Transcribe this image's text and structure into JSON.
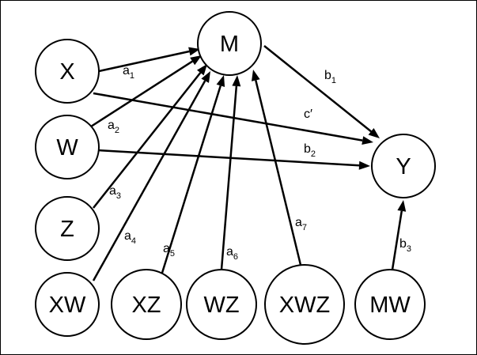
{
  "nodes": [
    {
      "id": "X",
      "label": "X"
    },
    {
      "id": "W",
      "label": "W"
    },
    {
      "id": "Z",
      "label": "Z"
    },
    {
      "id": "M",
      "label": "M"
    },
    {
      "id": "Y",
      "label": "Y"
    },
    {
      "id": "XW",
      "label": "XW"
    },
    {
      "id": "XZ",
      "label": "XZ"
    },
    {
      "id": "WZ",
      "label": "WZ"
    },
    {
      "id": "XWZ",
      "label": "XWZ"
    },
    {
      "id": "MW",
      "label": "MW"
    }
  ],
  "edges": [
    {
      "from": "X",
      "to": "M",
      "label": "a",
      "sub": "1"
    },
    {
      "from": "W",
      "to": "M",
      "label": "a",
      "sub": "2"
    },
    {
      "from": "Z",
      "to": "M",
      "label": "a",
      "sub": "3"
    },
    {
      "from": "XW",
      "to": "M",
      "label": "a",
      "sub": "4"
    },
    {
      "from": "XZ",
      "to": "M",
      "label": "a",
      "sub": "5"
    },
    {
      "from": "WZ",
      "to": "M",
      "label": "a",
      "sub": "6"
    },
    {
      "from": "XWZ",
      "to": "M",
      "label": "a",
      "sub": "7"
    },
    {
      "from": "M",
      "to": "Y",
      "label": "b",
      "sub": "1"
    },
    {
      "from": "X",
      "to": "Y",
      "label": "c′",
      "sub": ""
    },
    {
      "from": "W",
      "to": "Y",
      "label": "b",
      "sub": "2"
    },
    {
      "from": "MW",
      "to": "Y",
      "label": "b",
      "sub": "3"
    }
  ]
}
